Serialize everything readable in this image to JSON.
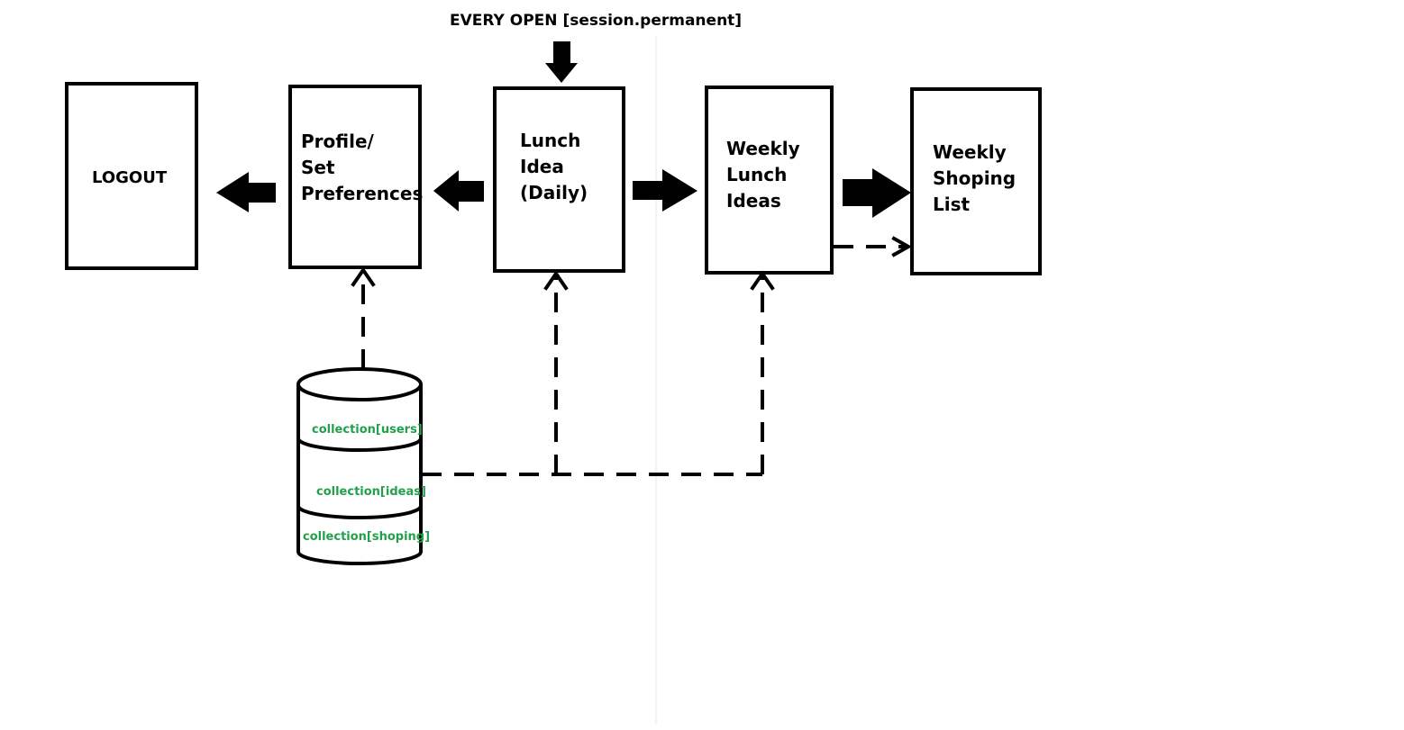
{
  "header": {
    "trigger_label": "EVERY OPEN [session.permanent]"
  },
  "pages": {
    "logout": {
      "label": "LOGOUT"
    },
    "profile": {
      "lines": [
        "Profile/",
        "Set",
        "Preferences"
      ]
    },
    "lunch_idea": {
      "lines": [
        "Lunch",
        "Idea",
        "(Daily)"
      ]
    },
    "weekly_lunch": {
      "lines": [
        "Weekly",
        "Lunch",
        "Ideas"
      ]
    },
    "weekly_shopping": {
      "lines": [
        "Weekly",
        "Shoping",
        "List"
      ]
    }
  },
  "database": {
    "collections": [
      "collection[users]",
      "collection[ideas]",
      "collection[shoping]"
    ],
    "label_color": "#22a04b"
  },
  "colors": {
    "stroke": "#000000",
    "background": "#ffffff"
  }
}
